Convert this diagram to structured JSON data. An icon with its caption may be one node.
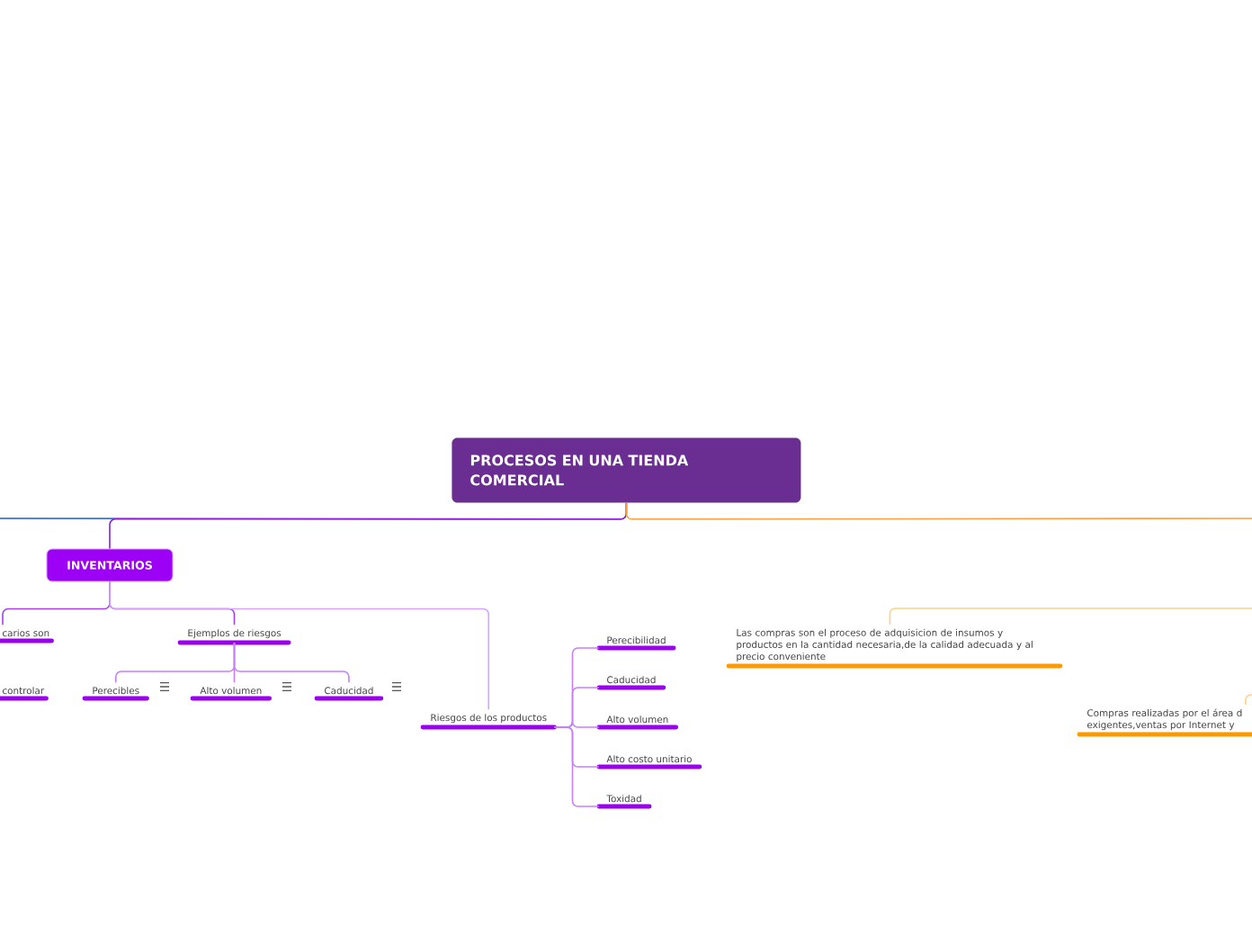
{
  "diagram": {
    "nodes": [
      {
        "text": [
          "PROCESOS EN UNA TIENDA COMERCIAL"
        ]
      },
      {
        "text": [
          "INVENTARIOS"
        ]
      },
      {
        "text": [
          "carios son"
        ]
      },
      {
        "text": [
          "Ejemplos de riesgos"
        ]
      },
      {
        "text": [
          "Riesgos de los productos"
        ]
      },
      {
        "text": [
          "controlar"
        ]
      },
      {
        "text": [
          "Perecibles"
        ]
      },
      {
        "text": [
          "Alto volumen"
        ]
      },
      {
        "text": [
          "Caducidad"
        ]
      },
      {
        "text": [
          "Perecibilidad"
        ]
      },
      {
        "text": [
          "Caducidad"
        ]
      },
      {
        "text": [
          "Alto volumen"
        ]
      },
      {
        "text": [
          "Alto costo unitario"
        ]
      },
      {
        "text": [
          "Toxidad"
        ]
      },
      {
        "text": [
          "Las compras son el proceso de adquisicion de insumos y productos en la cantidad necesaria,de la calidad adecuada y al precio conveniente"
        ]
      },
      {
        "text": [
          "Compras realizadas por el área d exigentes,ventas por Internet y"
        ]
      }
    ],
    "edges": [
      {
        "from": 0,
        "to": null,
        "arrow": "none",
        "color": "#1e5fc8"
      },
      {
        "from": 0,
        "to": 1,
        "arrow": "none",
        "color": "#8b1fd8"
      },
      {
        "from": 0,
        "to": null,
        "arrow": "none",
        "color": "#ff9e40"
      },
      {
        "from": 1,
        "to": 2,
        "arrow": "none",
        "color": "#a340f5"
      },
      {
        "from": 1,
        "to": 3,
        "arrow": "none",
        "color": "#a340f5"
      },
      {
        "from": 1,
        "to": 4,
        "arrow": "none",
        "color": "#d6a3ff"
      },
      {
        "from": 3,
        "to": 6,
        "arrow": "none"
      },
      {
        "from": 3,
        "to": 7,
        "arrow": "none"
      },
      {
        "from": 3,
        "to": 8,
        "arrow": "none"
      },
      {
        "from": 4,
        "to": 9,
        "arrow": "none"
      },
      {
        "from": 4,
        "to": 10,
        "arrow": "none"
      },
      {
        "from": 4,
        "to": 11,
        "arrow": "none"
      },
      {
        "from": 4,
        "to": 12,
        "arrow": "none"
      },
      {
        "from": 4,
        "to": 13,
        "arrow": "none"
      },
      {
        "from": null,
        "to": 14,
        "arrow": "none",
        "color": "#ffcf8a"
      },
      {
        "from": null,
        "to": 15,
        "arrow": "none",
        "color": "#ffcf8a"
      }
    ]
  }
}
